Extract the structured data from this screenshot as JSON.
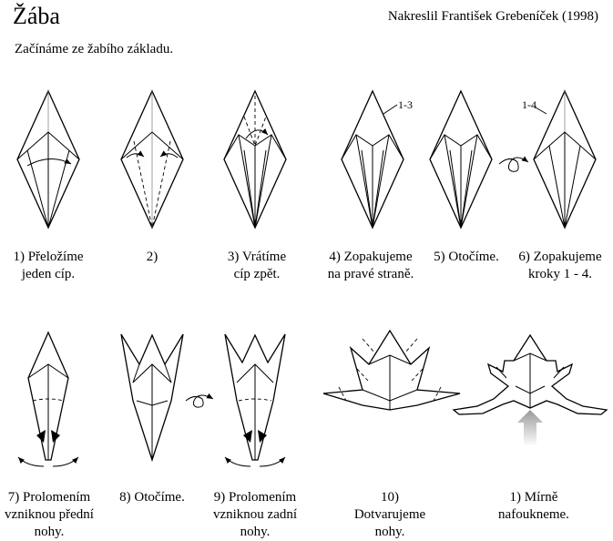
{
  "header": {
    "title": "Žába",
    "credit": "Nakreslil František Grebeníček (1998)",
    "intro": "Začínáme ze žabího základu."
  },
  "steps": [
    {
      "lines": [
        "1) Přeložíme",
        "jeden cíp."
      ]
    },
    {
      "lines": [
        "2)"
      ]
    },
    {
      "lines": [
        "3) Vrátíme",
        "cíp zpět."
      ]
    },
    {
      "lines": [
        "4) Zopakujeme",
        "na pravé straně."
      ]
    },
    {
      "lines": [
        "5) Otočíme."
      ]
    },
    {
      "lines": [
        "6) Zopakujeme",
        "kroky 1 - 4."
      ]
    },
    {
      "lines": [
        "7) Prolomením",
        "vzniknou přední",
        "nohy."
      ]
    },
    {
      "lines": [
        "8) Otočíme."
      ]
    },
    {
      "lines": [
        "9) Prolomením",
        "vzniknou zadní",
        "nohy."
      ]
    },
    {
      "lines": [
        "10)",
        "Dotvarujeme",
        "nohy."
      ]
    },
    {
      "lines": [
        "1) Mírně",
        "nafoukneme."
      ]
    }
  ],
  "annotations": {
    "ref_1_3": "1-3",
    "ref_1_4": "1-4"
  }
}
